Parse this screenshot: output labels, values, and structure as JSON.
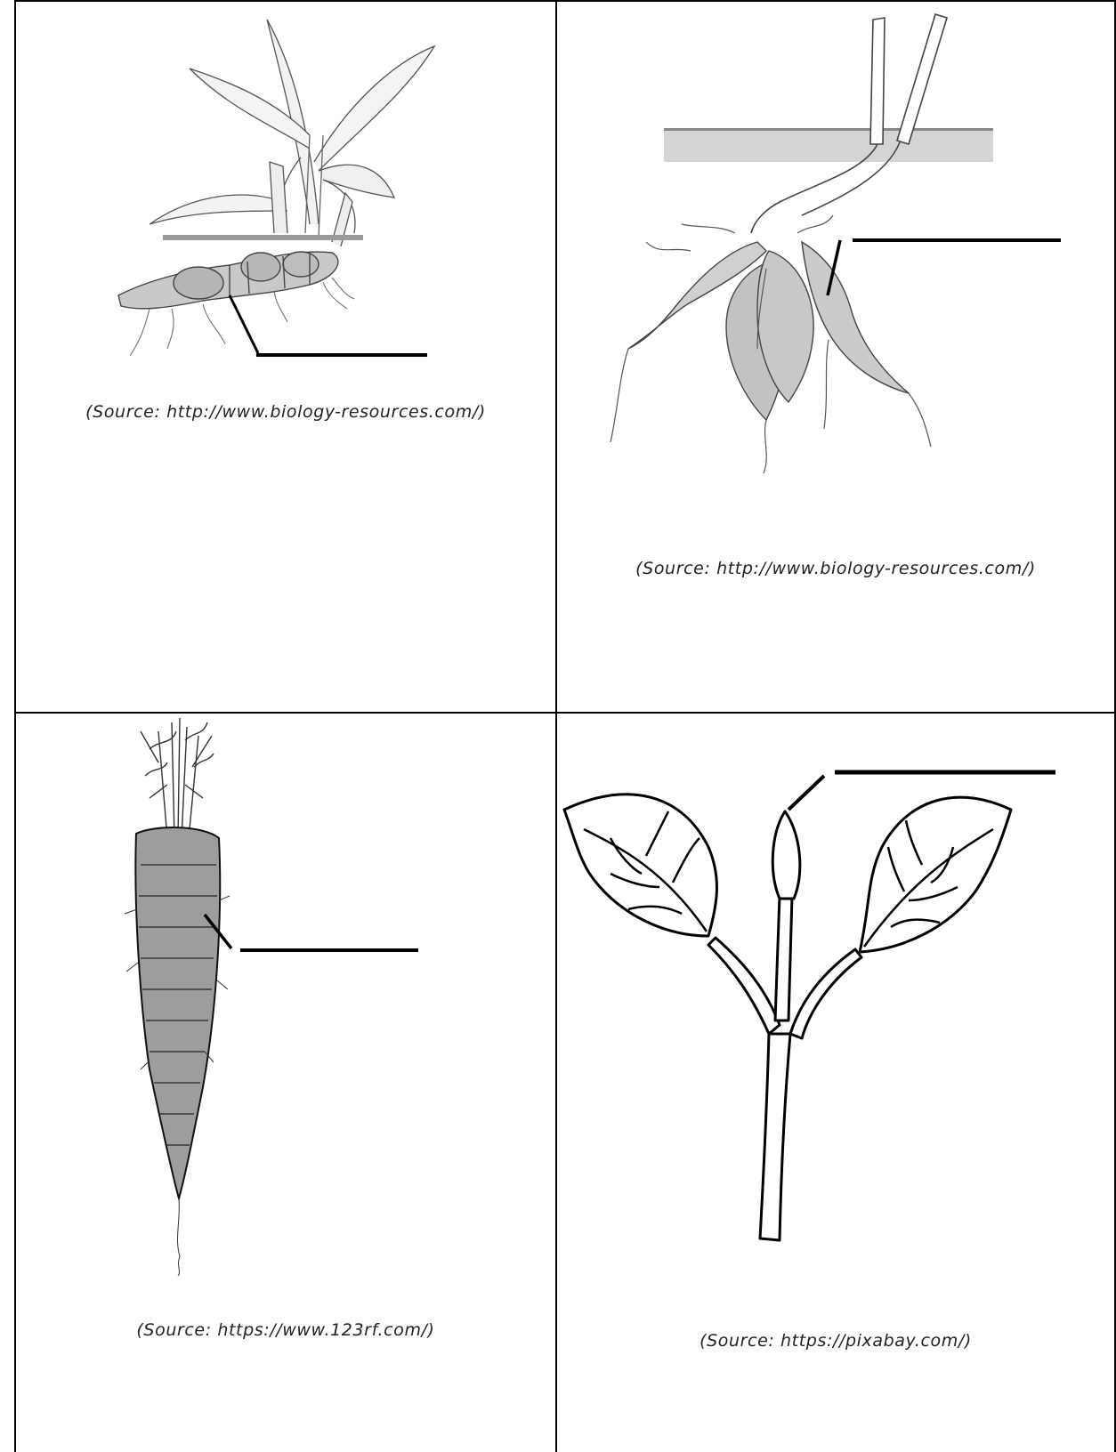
{
  "worksheet": {
    "panels": [
      {
        "id": "rhizome-plant",
        "source": "(Source: http://www.biology-resources.com/)",
        "label_blank": ""
      },
      {
        "id": "tuber-plant",
        "source": "(Source: http://www.biology-resources.com/)",
        "label_blank": ""
      },
      {
        "id": "carrot",
        "source": "(Source: https://www.123rf.com/)",
        "label_blank": ""
      },
      {
        "id": "bud-stem",
        "source": "(Source: https://pixabay.com/)",
        "label_blank": ""
      }
    ]
  },
  "icons": [
    "rhizome-plant-illustration",
    "tuber-plant-illustration",
    "carrot-illustration",
    "leaf-bud-illustration"
  ]
}
